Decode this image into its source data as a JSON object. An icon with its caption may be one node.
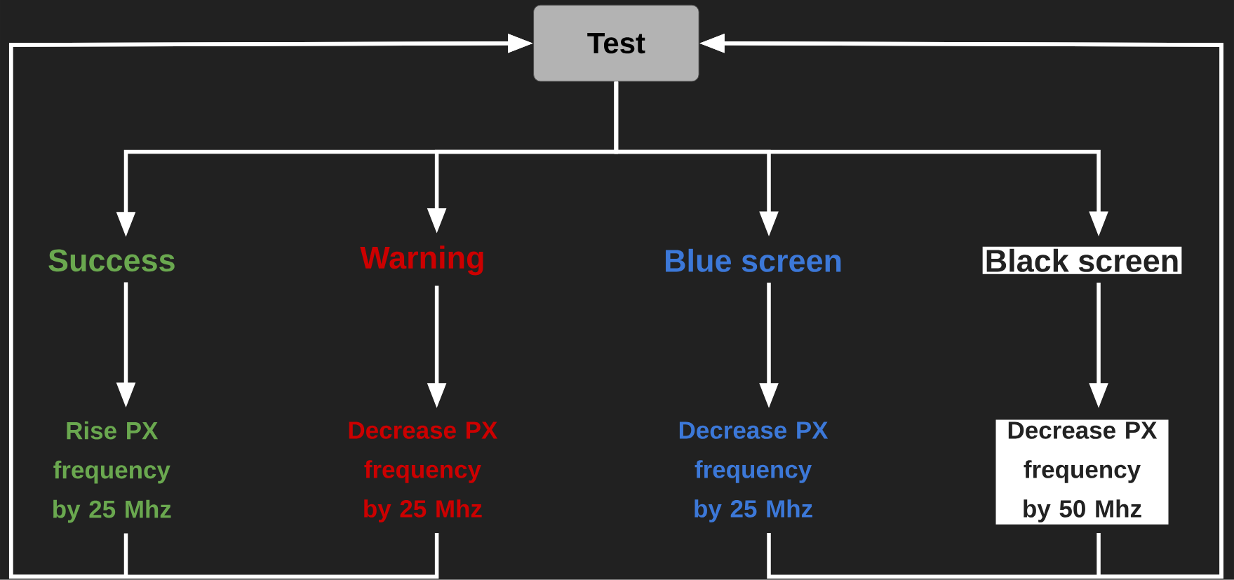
{
  "diagram": {
    "nodes": [
      {
        "text": [
          "Test"
        ]
      },
      {
        "text": [
          "Success"
        ]
      },
      {
        "text": [
          "Warning"
        ]
      },
      {
        "text": [
          "Blue screen"
        ]
      },
      {
        "text": [
          "Black screen"
        ]
      },
      {
        "text": [
          "Rise PX frequency by 25 Mhz"
        ]
      },
      {
        "text": [
          "Decrease PX frequency by 25 Mhz"
        ]
      },
      {
        "text": [
          "Decrease PX frequency by 25 Mhz"
        ]
      },
      {
        "text": [
          "Decrease PX frequency by 50 Mhz"
        ]
      }
    ],
    "edges": [
      {
        "from": 0,
        "to": 1,
        "arrow": "to"
      },
      {
        "from": 0,
        "to": 2,
        "arrow": "to"
      },
      {
        "from": 0,
        "to": 3,
        "arrow": "to"
      },
      {
        "from": 0,
        "to": 4,
        "arrow": "to"
      },
      {
        "from": 1,
        "to": 5,
        "arrow": "to"
      },
      {
        "from": 2,
        "to": 6,
        "arrow": "to"
      },
      {
        "from": 3,
        "to": 7,
        "arrow": "to"
      },
      {
        "from": 4,
        "to": 8,
        "arrow": "to"
      },
      {
        "from": 5,
        "to": 0,
        "arrow": "to"
      },
      {
        "from": 6,
        "to": 0,
        "arrow": "to"
      },
      {
        "from": 7,
        "to": 0,
        "arrow": "to"
      },
      {
        "from": 8,
        "to": 0,
        "arrow": "to"
      }
    ]
  }
}
